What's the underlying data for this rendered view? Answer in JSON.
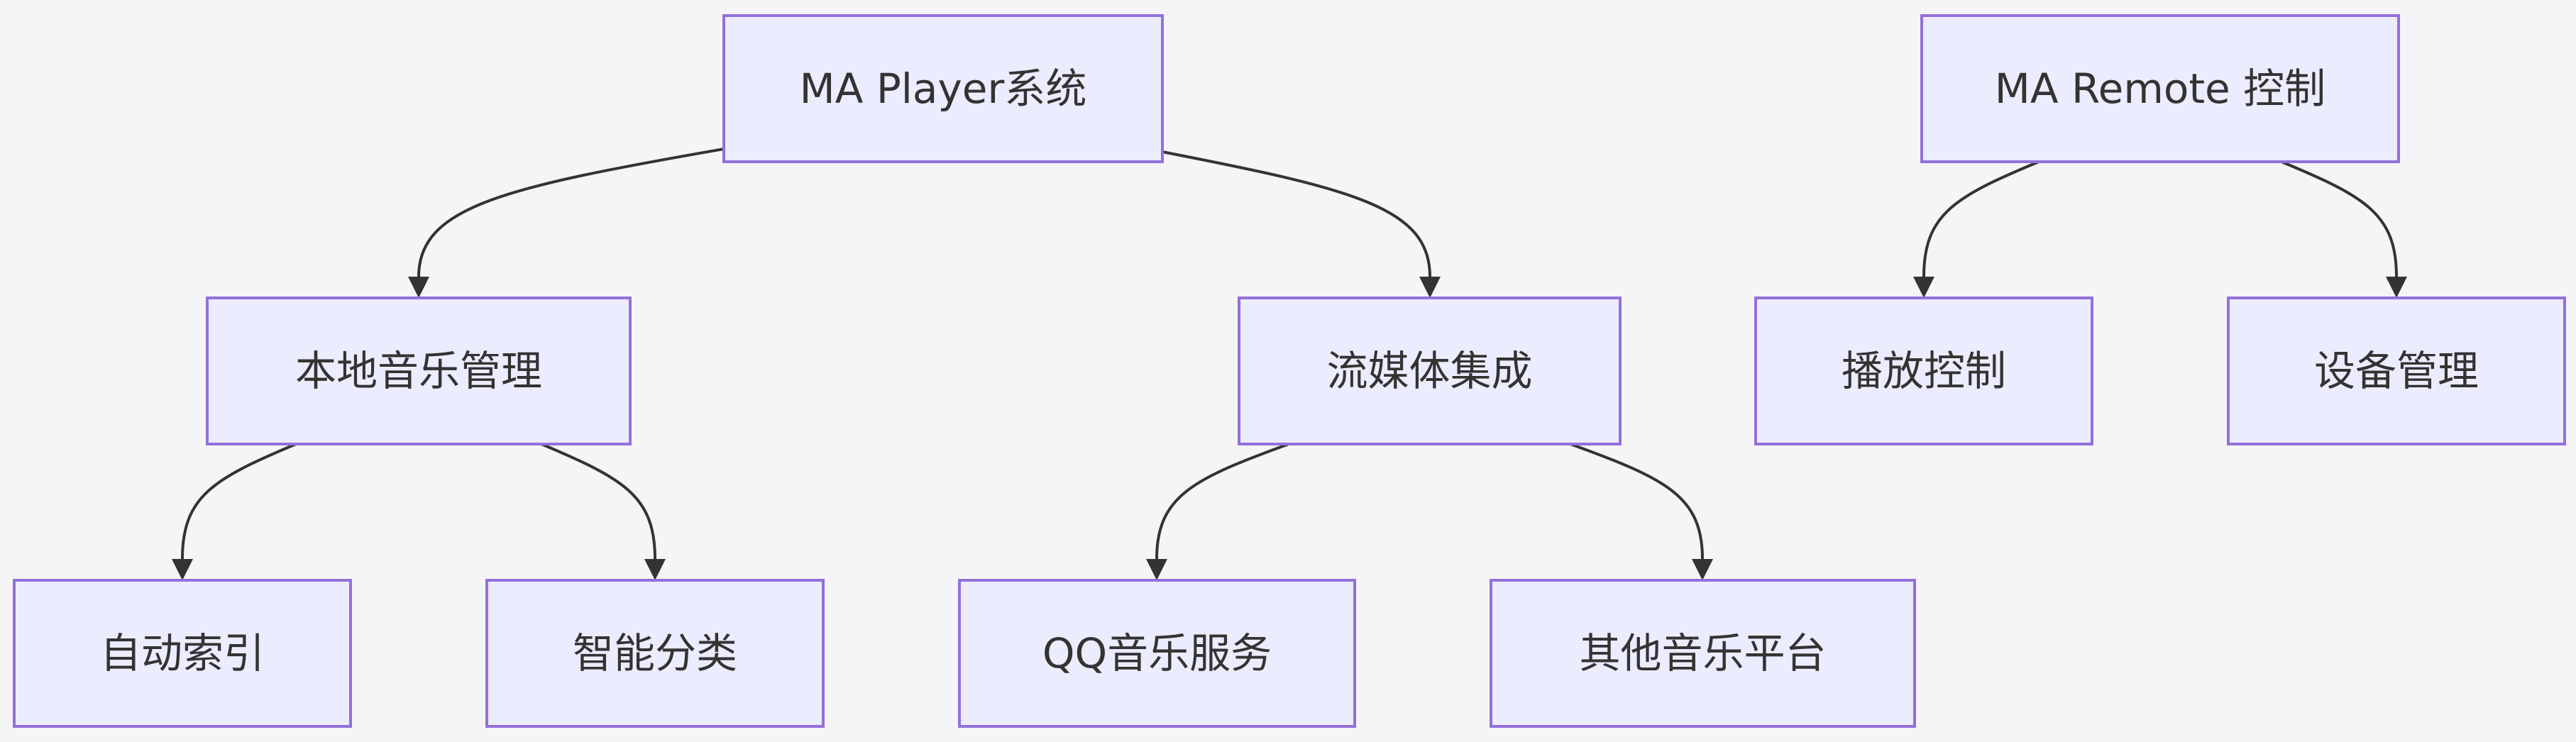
{
  "diagram": {
    "type": "flowchart-tree",
    "colors": {
      "background": "#f5f5f7",
      "node_fill": "#ececff",
      "node_border": "#9370db",
      "text": "#333333",
      "edge": "#333333"
    },
    "nodes": [
      {
        "id": "ma-player-system",
        "label": "MA Player系统"
      },
      {
        "id": "ma-remote-control",
        "label": "MA Remote 控制"
      },
      {
        "id": "local-music-management",
        "label": "本地音乐管理"
      },
      {
        "id": "streaming-integration",
        "label": "流媒体集成"
      },
      {
        "id": "playback-control",
        "label": "播放控制"
      },
      {
        "id": "device-management",
        "label": "设备管理"
      },
      {
        "id": "auto-index",
        "label": "自动索引"
      },
      {
        "id": "smart-classification",
        "label": "智能分类"
      },
      {
        "id": "qq-music-service",
        "label": "QQ音乐服务"
      },
      {
        "id": "other-music-platforms",
        "label": "其他音乐平台"
      }
    ],
    "edges": [
      {
        "from": "ma-player-system",
        "to": "local-music-management"
      },
      {
        "from": "ma-player-system",
        "to": "streaming-integration"
      },
      {
        "from": "ma-remote-control",
        "to": "playback-control"
      },
      {
        "from": "ma-remote-control",
        "to": "device-management"
      },
      {
        "from": "local-music-management",
        "to": "auto-index"
      },
      {
        "from": "local-music-management",
        "to": "smart-classification"
      },
      {
        "from": "streaming-integration",
        "to": "qq-music-service"
      },
      {
        "from": "streaming-integration",
        "to": "other-music-platforms"
      }
    ]
  }
}
